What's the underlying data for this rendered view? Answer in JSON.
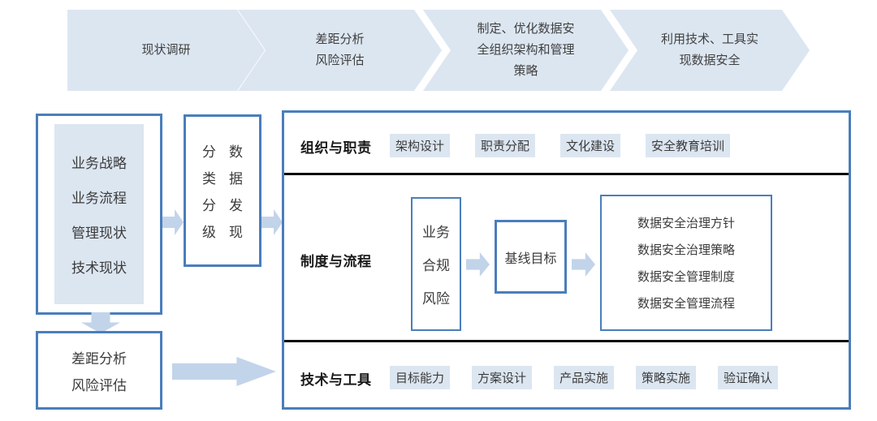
{
  "banner": {
    "steps": [
      {
        "label": "现状调研"
      },
      {
        "label": "差距分析\n风险评估"
      },
      {
        "label": "制定、优化数据安\n全组织架构和管理\n策略"
      },
      {
        "label": "利用技术、工具实\n现数据安全"
      }
    ]
  },
  "left": {
    "survey_box": {
      "items": [
        "业务战略",
        "业务流程",
        "管理现状",
        "技术现状"
      ]
    },
    "gap_box": {
      "items": [
        "差距分析",
        "风险评估"
      ]
    },
    "classify_box": {
      "col_left": [
        "分",
        "类",
        "分",
        "级"
      ],
      "col_right": [
        "数",
        "据",
        "发",
        "现"
      ]
    }
  },
  "panel": {
    "sections": [
      {
        "title": "组织与职责",
        "tags": [
          "架构设计",
          "职责分配",
          "文化建设",
          "安全教育培训"
        ]
      },
      {
        "title": "制度与流程",
        "inputs": [
          "业务",
          "合规",
          "风险"
        ],
        "baseline": "基线目标",
        "outputs": [
          "数据安全治理方针",
          "数据安全治理策略",
          "数据安全管理制度",
          "数据安全管理流程"
        ]
      },
      {
        "title": "技术与工具",
        "tags": [
          "目标能力",
          "方案设计",
          "产品实施",
          "策略实施",
          "验证确认"
        ]
      }
    ]
  },
  "colors": {
    "border_blue": "#4a7ebb",
    "fill_light": "#dce6f1",
    "arrow_blue": "#c2d4ea",
    "divider": "#0d0d0d",
    "text": "#3b3b3b"
  }
}
